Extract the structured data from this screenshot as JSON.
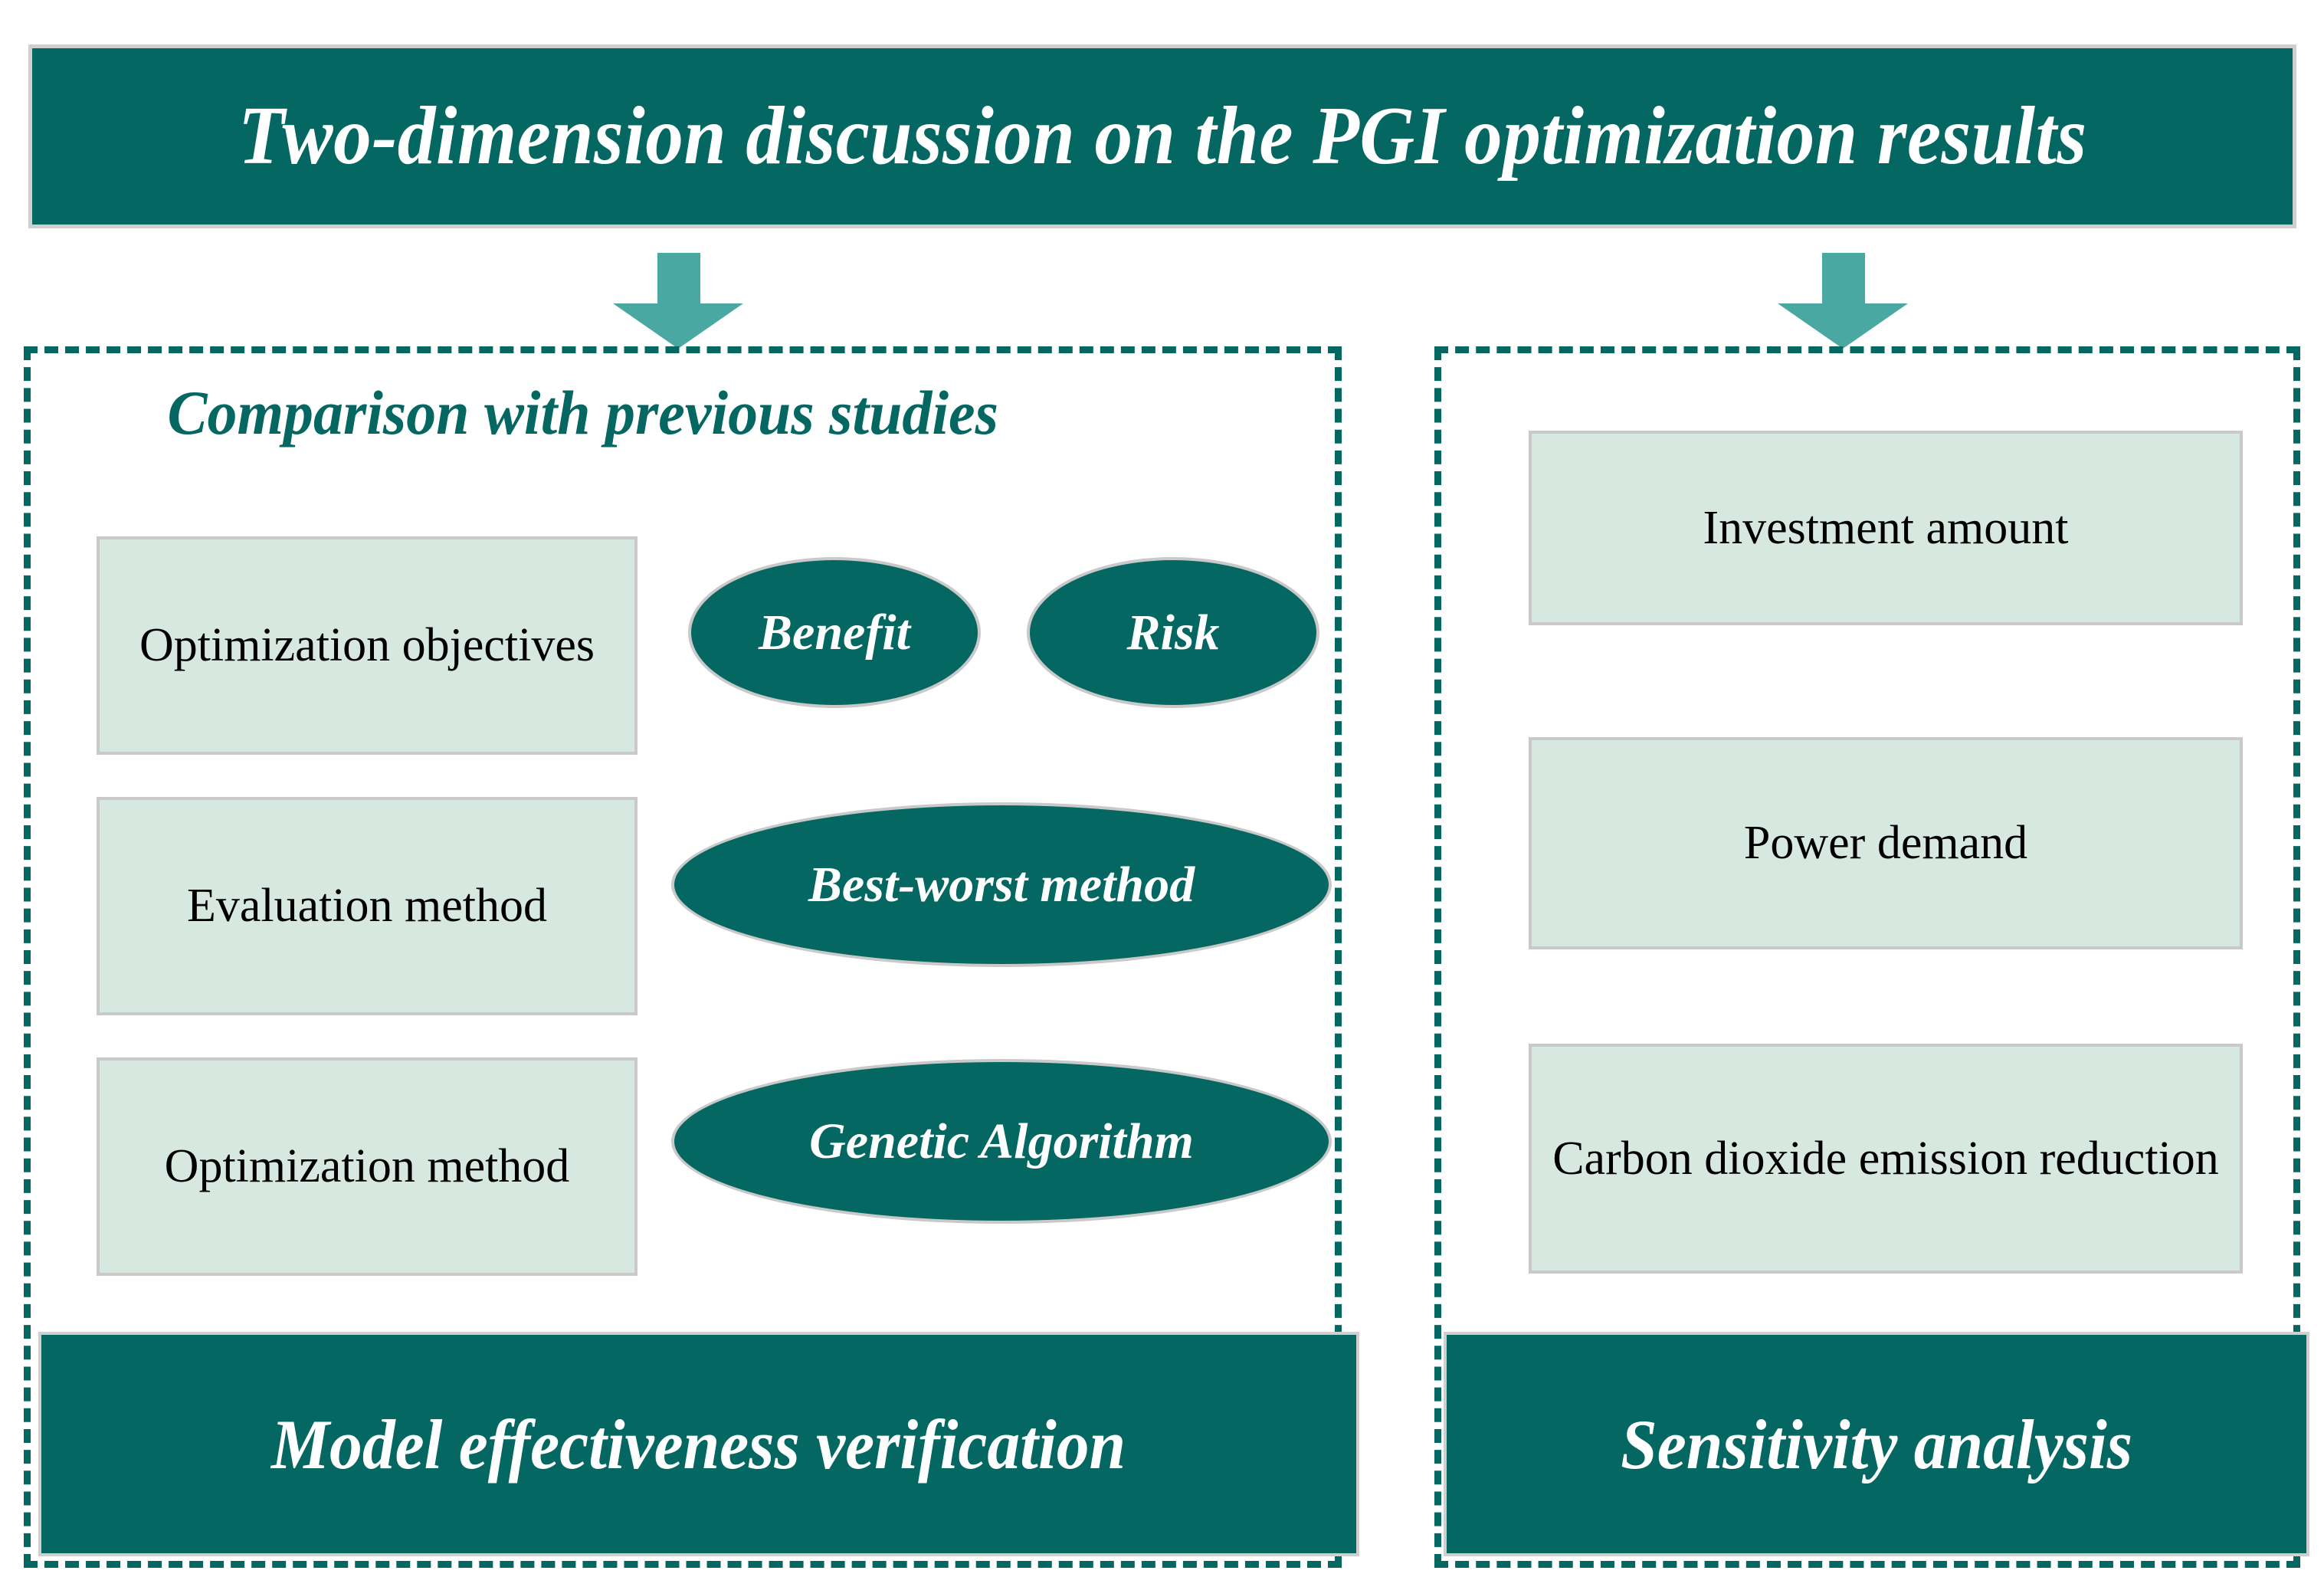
{
  "header": {
    "title": "Two-dimension discussion on the PGI optimization results"
  },
  "arrows": {
    "left_arrow_name": "down-arrow-left",
    "right_arrow_name": "down-arrow-right"
  },
  "left_panel": {
    "title": "Comparison with previous studies",
    "criteria_boxes": [
      {
        "label": "Optimization objectives"
      },
      {
        "label": "Evaluation method"
      },
      {
        "label": "Optimization method"
      }
    ],
    "ellipses": [
      {
        "label": "Benefit"
      },
      {
        "label": "Risk"
      },
      {
        "label": "Best-worst method"
      },
      {
        "label": "Genetic Algorithm"
      }
    ],
    "footer_banner": "Model effectiveness verification"
  },
  "right_panel": {
    "factor_boxes": [
      {
        "label": "Investment amount"
      },
      {
        "label": "Power demand"
      },
      {
        "label": "Carbon dioxide emission reduction"
      }
    ],
    "footer_banner": "Sensitivity analysis"
  },
  "colors": {
    "dark_teal": "#046761",
    "arrow_teal": "#4aa8a2",
    "pale_mint": "#d6e8e0",
    "box_border_gray": "#c9c9c9",
    "white": "#ffffff",
    "black_text": "#000000"
  }
}
